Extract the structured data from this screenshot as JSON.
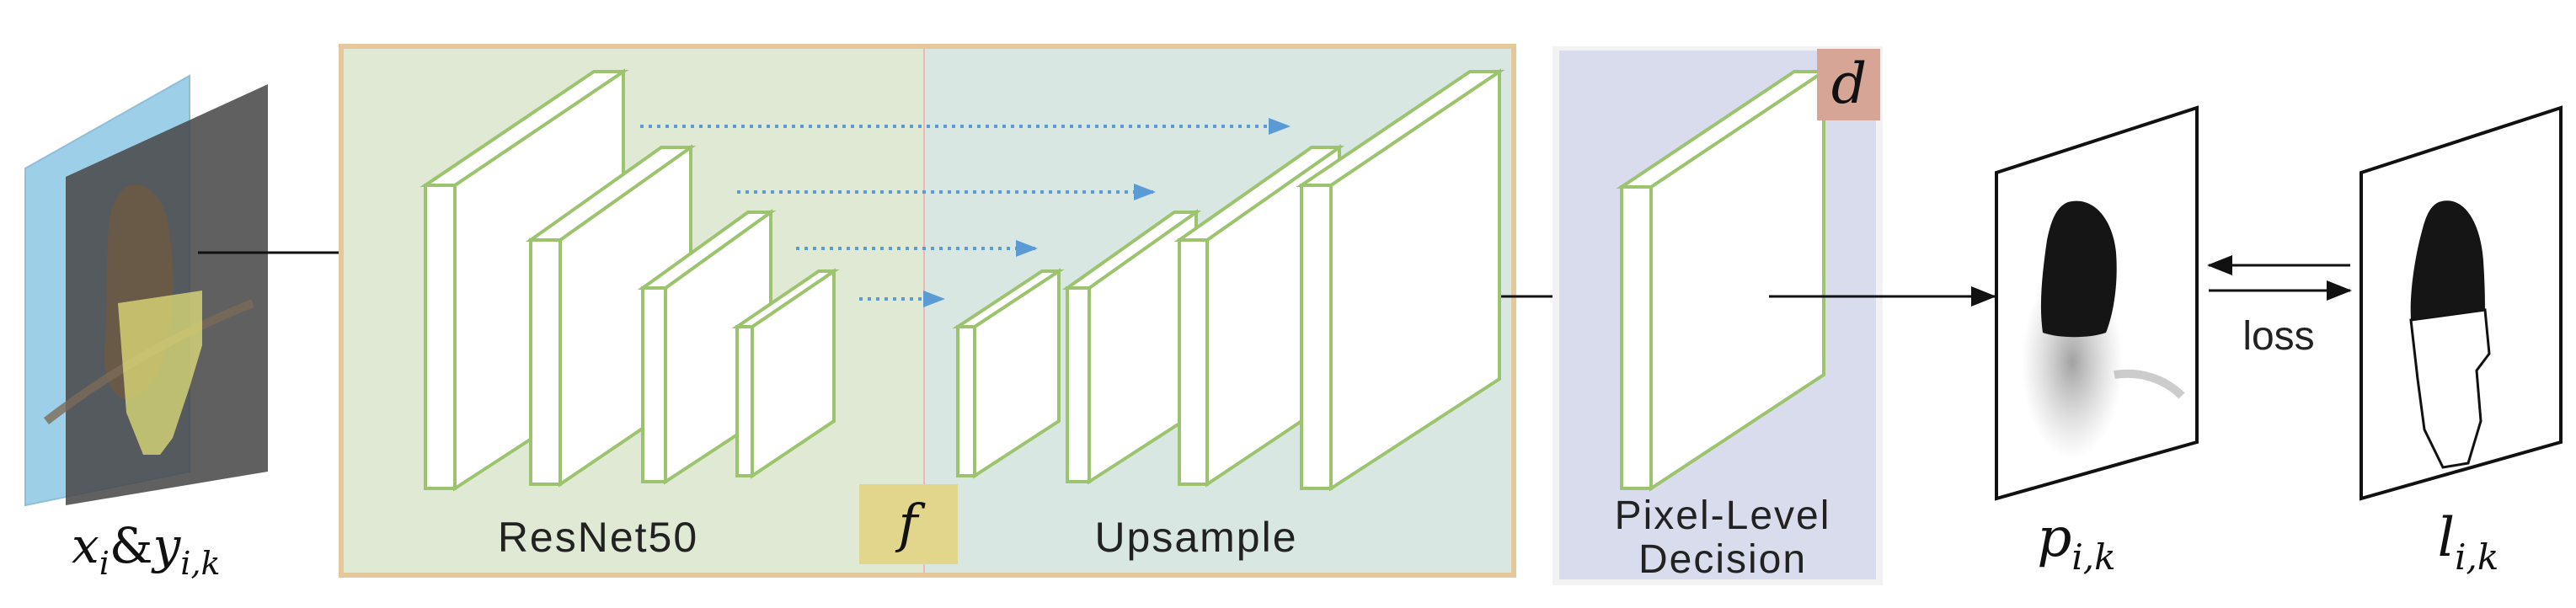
{
  "figure": {
    "input_label": {
      "base": "x",
      "base_sub": "i",
      "amp": "&",
      "second": "y",
      "second_sub": "i,k"
    },
    "encoder_label": "ResNet50",
    "f_label": "f",
    "decoder_label": "Upsample",
    "d_label": "d",
    "decision_label_line1": "Pixel-Level",
    "decision_label_line2": "Decision",
    "prediction_label": {
      "base": "p",
      "sub": "i,k"
    },
    "target_label": {
      "base": "l",
      "sub": "i,k"
    },
    "loss_label": "loss",
    "colors": {
      "encoder_panel": "#dfe9d4",
      "decoder_panel": "#d9e7e2",
      "panel_border": "#e4c79a",
      "decision_panel": "#d9dcec",
      "f_box": "#e1d68c",
      "d_box": "#d7a595",
      "block_stroke": "#9cc46e",
      "skip_arrow": "#5b9bd5",
      "input_blue": "#9ecfe8",
      "input_gray": "#5e5e5e",
      "bird_mask": "#e8e57c"
    }
  }
}
